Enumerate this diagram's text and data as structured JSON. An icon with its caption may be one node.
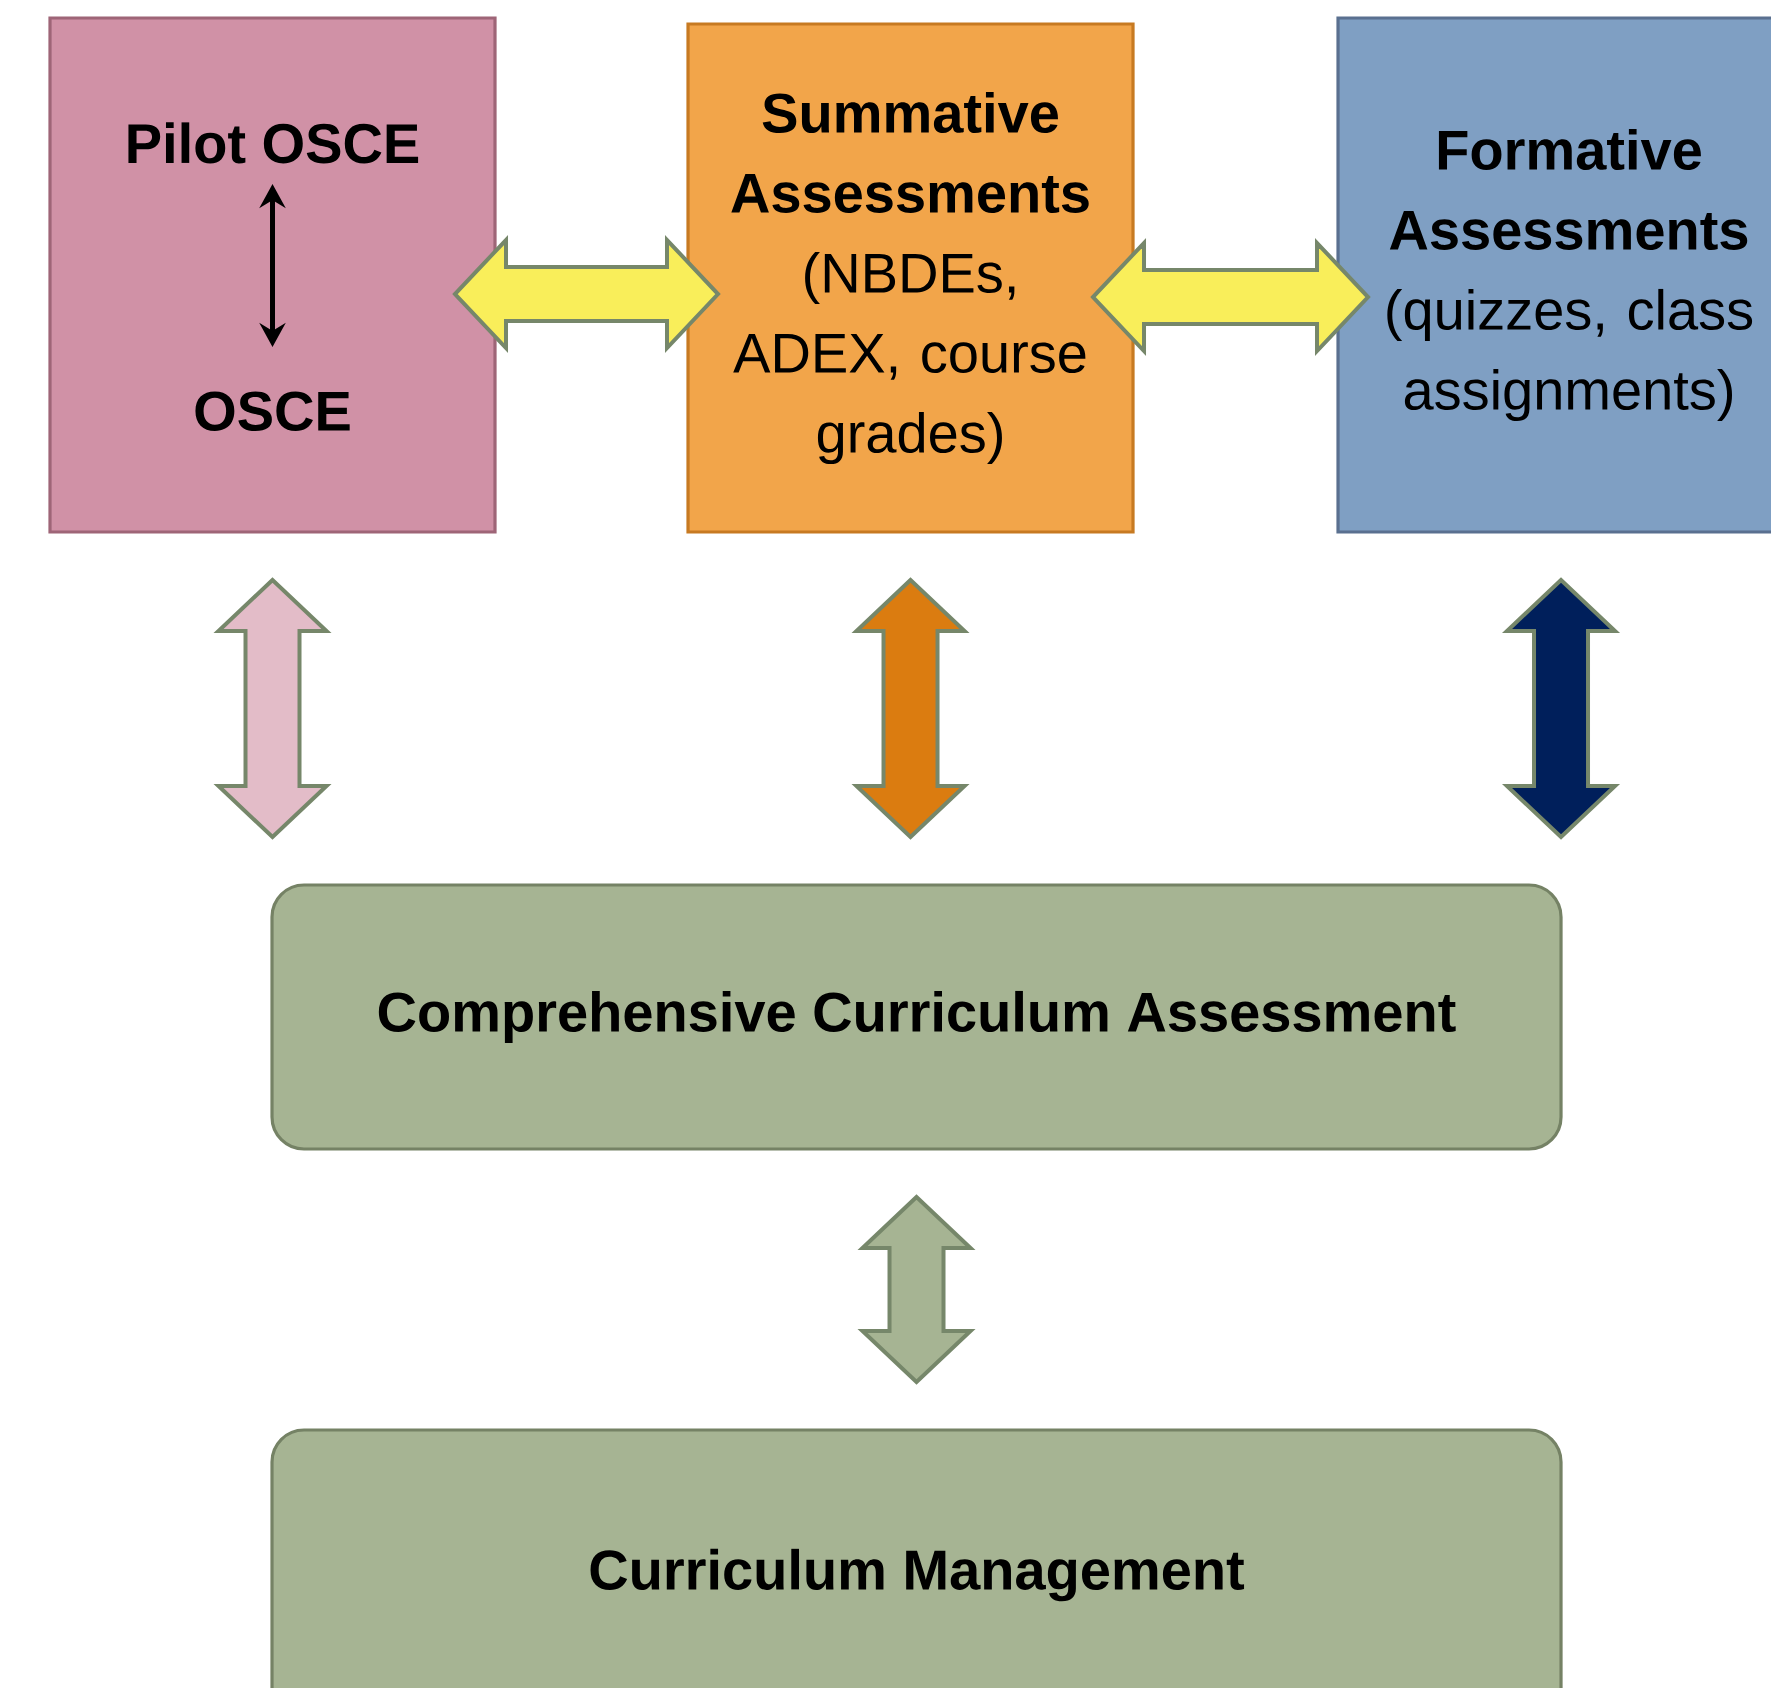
{
  "diagram": {
    "nodes": [
      {
        "text": [],
        "shape": "box"
      },
      {
        "text": [
          "Pilot OSCE"
        ],
        "in": 0
      },
      {
        "text": [
          "OSCE"
        ],
        "in": 0
      },
      {
        "text": [
          "Summative Assessments",
          "(NBDEs, ADEX, course grades)"
        ]
      },
      {
        "text": [
          "Formative Assessments",
          "(quizzes, class assignments)"
        ]
      },
      {
        "text": [
          "Comprehensive Curriculum Assessment"
        ]
      },
      {
        "text": [
          "Curriculum Management"
        ]
      }
    ],
    "edges": [
      {
        "from": 1,
        "to": 2,
        "arrow": "both"
      },
      {
        "from": 0,
        "to": 3,
        "arrow": "both",
        "style": "thick",
        "color": "#f9ee5a"
      },
      {
        "from": 3,
        "to": 4,
        "arrow": "both",
        "style": "thick",
        "color": "#f9ee5a"
      },
      {
        "from": 0,
        "to": 5,
        "arrow": "both",
        "style": "thick",
        "color": "#e3bcc8"
      },
      {
        "from": 3,
        "to": 5,
        "arrow": "both",
        "style": "thick",
        "color": "#db7c10"
      },
      {
        "from": 4,
        "to": 5,
        "arrow": "both",
        "style": "thick",
        "color": "#001f5b"
      },
      {
        "from": 5,
        "to": 6,
        "arrow": "both",
        "style": "thick",
        "color": "#a6b493"
      }
    ]
  }
}
